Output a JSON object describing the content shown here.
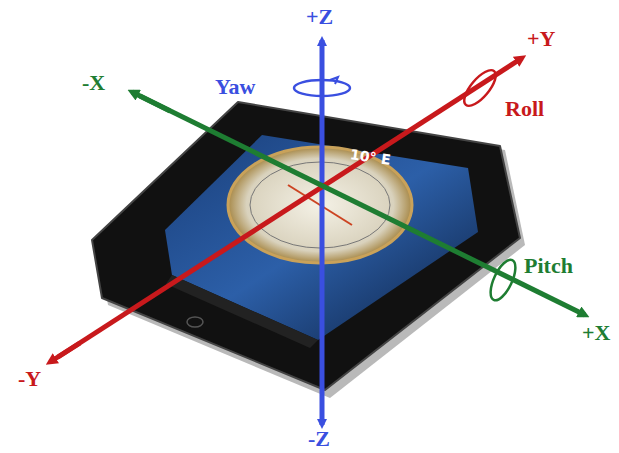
{
  "diagram": {
    "labels": [
      "+Z",
      "Yaw",
      "+Y",
      "-X",
      "Roll",
      "Pitch",
      "+X",
      "-Y",
      "-Z",
      "10° E"
    ]
  }
}
